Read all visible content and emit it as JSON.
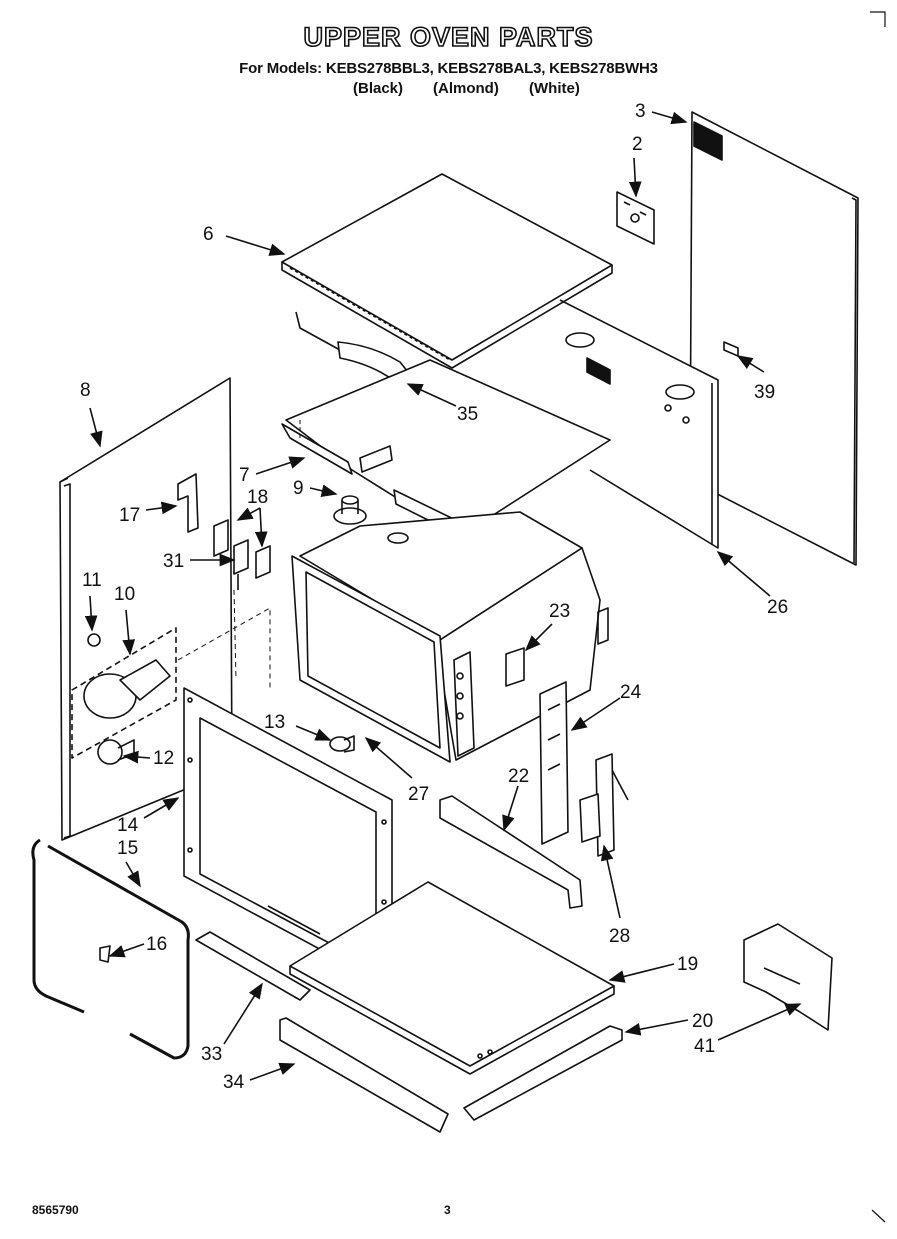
{
  "header": {
    "title": "UPPER OVEN PARTS",
    "models_line": "For Models: KEBS278BBL3, KEBS278BAL3, KEBS278BWH3",
    "colors": [
      "(Black)",
      "(Almond)",
      "(White)"
    ]
  },
  "callouts": [
    "3",
    "2",
    "6",
    "39",
    "8",
    "35",
    "7",
    "18",
    "9",
    "17",
    "31",
    "26",
    "11",
    "10",
    "23",
    "24",
    "13",
    "12",
    "27",
    "22",
    "14",
    "15",
    "16",
    "28",
    "19",
    "20",
    "41",
    "33",
    "34"
  ],
  "footer": {
    "doc_number": "8565790",
    "page_number": "3"
  }
}
